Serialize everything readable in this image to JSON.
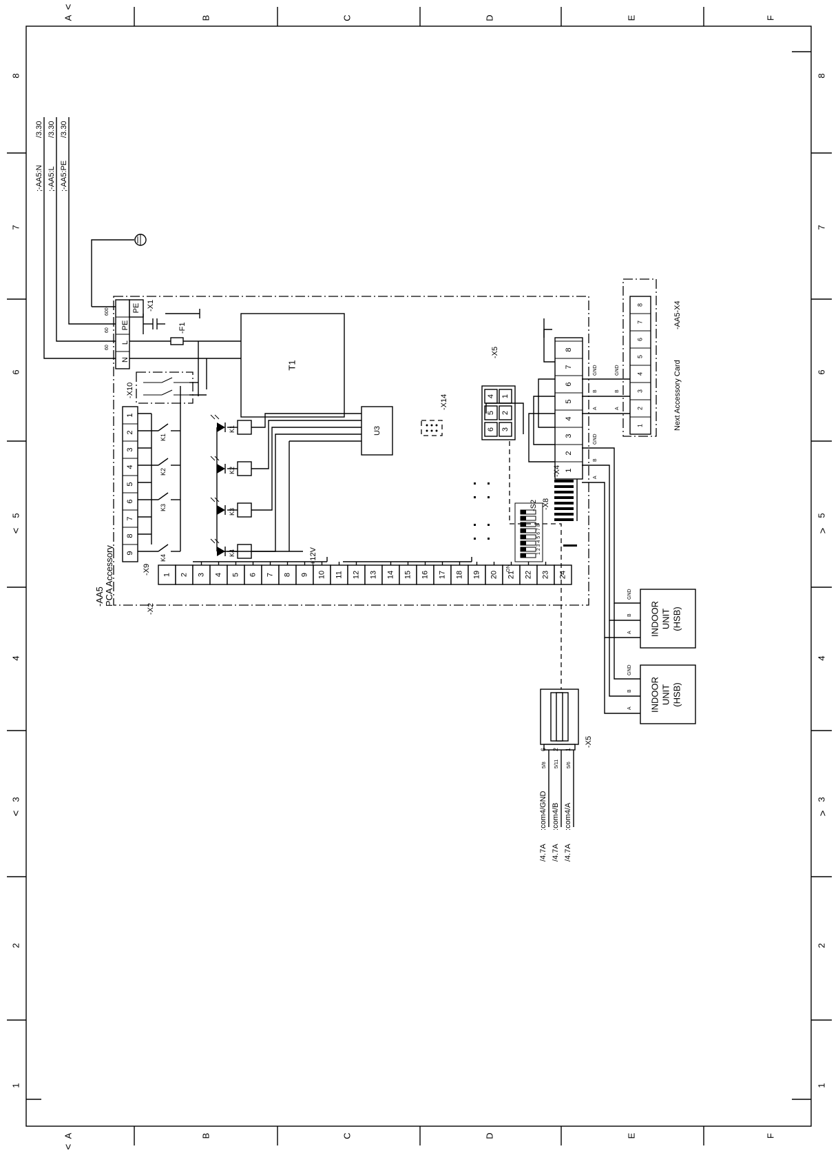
{
  "border": {
    "columns": [
      "A",
      "B",
      "C",
      "D",
      "E",
      "F"
    ],
    "rows": [
      "8",
      "7",
      "6",
      "5",
      "4",
      "3",
      "2",
      "1"
    ],
    "arrows": {
      "A": "<",
      "5": "<",
      "3": "<"
    }
  },
  "supply": [
    {
      "label": ";-AA5:N",
      "ref": "/3.30",
      "wire": "60"
    },
    {
      "label": ";-AA5:L",
      "ref": "/3.30",
      "wire": "60"
    },
    {
      "label": ";-AA5:PE",
      "ref": "/3.30",
      "wire": "600"
    }
  ],
  "board": {
    "label_1": "-AA5",
    "label_2": "PCA Accessory",
    "x1": {
      "label": "-X1",
      "pins": [
        "N",
        "L",
        "PE",
        "PE"
      ]
    },
    "fuse": "-F1",
    "transformer": "T1",
    "x10": "-X10",
    "x9": {
      "label": "-X9",
      "pins": [
        "1",
        "2",
        "3",
        "4",
        "5",
        "6",
        "7",
        "8",
        "9"
      ]
    },
    "relays": [
      "K1",
      "K2",
      "K3",
      "K4"
    ],
    "u3": "U3",
    "plus12v": "+12V",
    "x14": "-X14",
    "x2": {
      "label": "-X2",
      "pins": [
        "1",
        "2",
        "3",
        "4",
        "5",
        "6",
        "7",
        "8",
        "9",
        "10",
        "11",
        "12",
        "13",
        "14",
        "15",
        "16",
        "17",
        "18",
        "19",
        "20",
        "21",
        "22",
        "23",
        "24"
      ]
    },
    "s2": {
      "label": "-S2",
      "digits": "1 2 3 4 5 6 7 8",
      "on": "ON"
    },
    "x8": "-X8",
    "x5": {
      "label": "-X5",
      "pins_top": [
        "4",
        "5",
        "6"
      ],
      "pins_bottom": [
        "1",
        "2",
        "3"
      ]
    },
    "x4": {
      "label": "-X4",
      "pins": [
        "1",
        "2",
        "3",
        "4",
        "5",
        "6",
        "7",
        "8"
      ]
    }
  },
  "next_card": {
    "label": "Next Accessory Card",
    "ref": "-AA5-X4",
    "pins": [
      "1",
      "2",
      "3",
      "4",
      "5",
      "6",
      "7",
      "8"
    ]
  },
  "wire_marks": {
    "gnd": "GND",
    "b": "B",
    "a": "A"
  },
  "indoor_units": [
    {
      "line1": "INDOOR",
      "line2": "UNIT",
      "line3": "(HSB)"
    },
    {
      "line1": "INDOOR",
      "line2": "UNIT",
      "line3": "(HSB)"
    }
  ],
  "x5_cable": {
    "label": "-X5",
    "wires": [
      {
        "pin": "6",
        "mark": "5/8",
        "signal": ":com4/GND",
        "ref": "/4.7A"
      },
      {
        "pin": "2",
        "mark": "5/11",
        "signal": ":com4/B",
        "ref": "/4.7A"
      },
      {
        "pin": "1",
        "mark": "5/6",
        "signal": ":com4/A",
        "ref": "/4.7A"
      }
    ]
  }
}
